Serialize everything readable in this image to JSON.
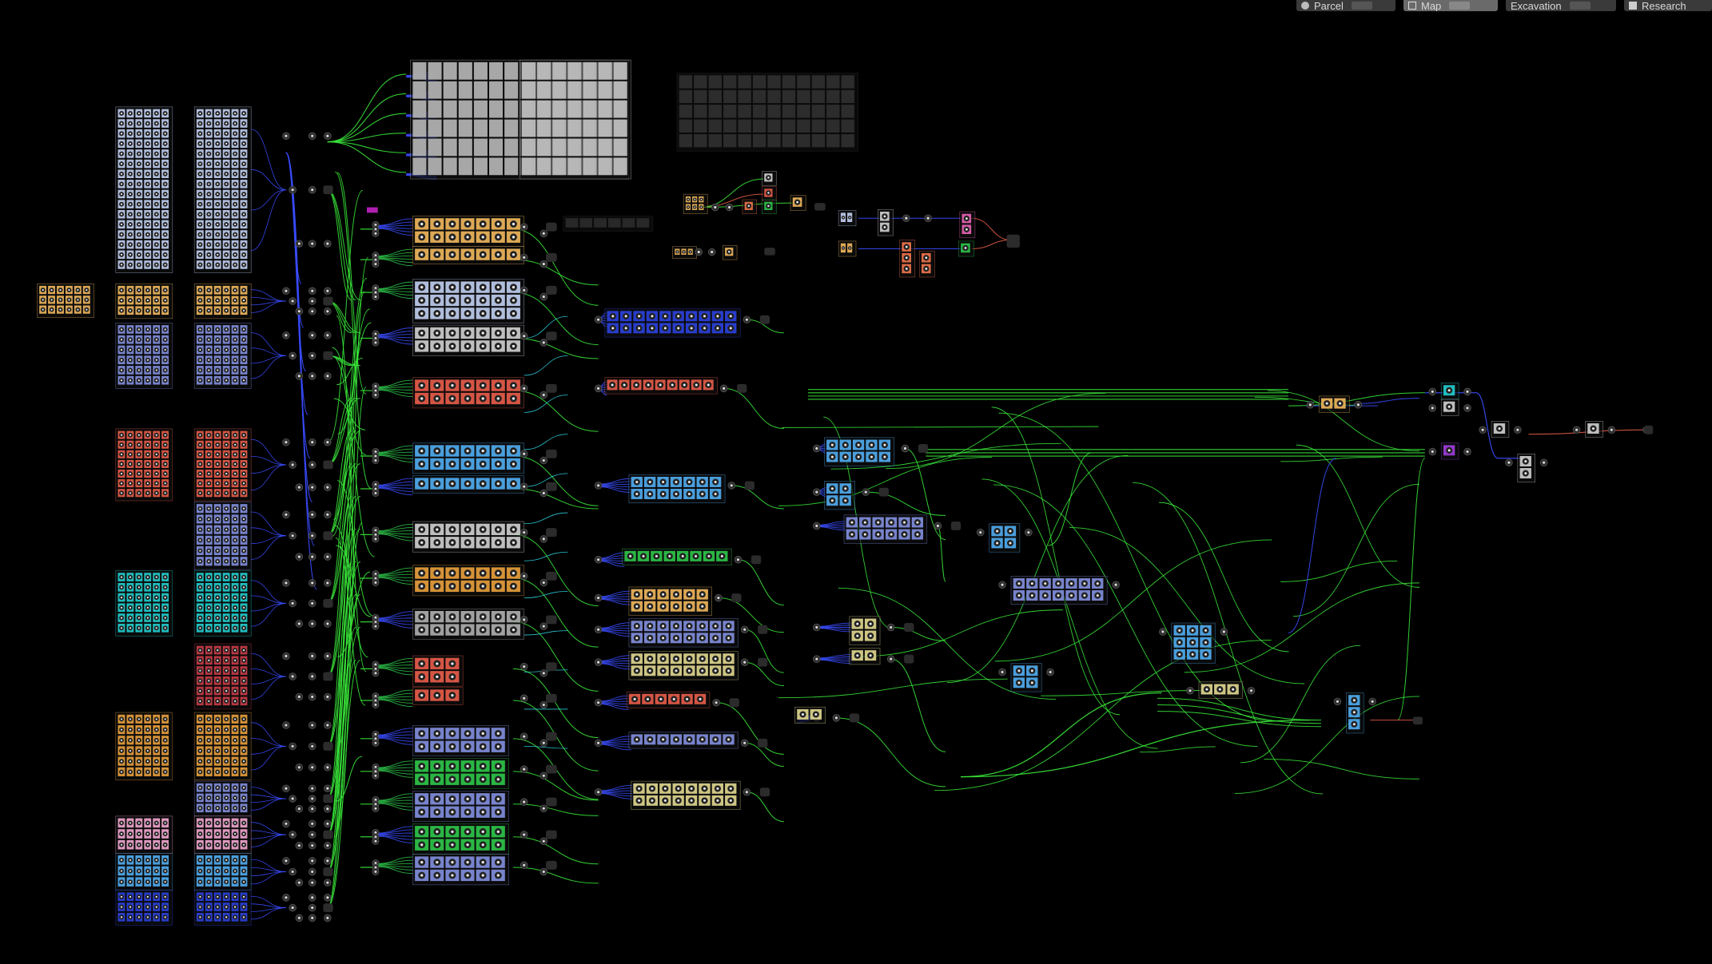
{
  "toolbar": {
    "tabs": [
      {
        "label": "Parcel",
        "icon": "parcel-icon",
        "active": false
      },
      {
        "label": "Map",
        "icon": "map-icon",
        "active": true
      },
      {
        "label": "Excavation",
        "icon": "excavation-icon",
        "active": false
      },
      {
        "label": "Research",
        "icon": "research-icon",
        "active": false
      }
    ]
  },
  "colors": {
    "background": "#000000",
    "wire_green": "#39e639",
    "wire_blue": "#3a4cff",
    "wire_cyan": "#30d8e8",
    "wire_orange": "#ff7a30",
    "node_dark": "#2e2e2e",
    "module_palettes": [
      "#b9c7e8",
      "#e8b15a",
      "#7d8ad6",
      "#e05a48",
      "#4ea6e8",
      "#22c7c7",
      "#c23a44",
      "#e09a3a",
      "#e9a0c8",
      "#2a3fd6",
      "#c8c8c8",
      "#a9a9a9",
      "#d8d08a",
      "#9c3bd6",
      "#e060b0",
      "#2cc048"
    ]
  }
}
